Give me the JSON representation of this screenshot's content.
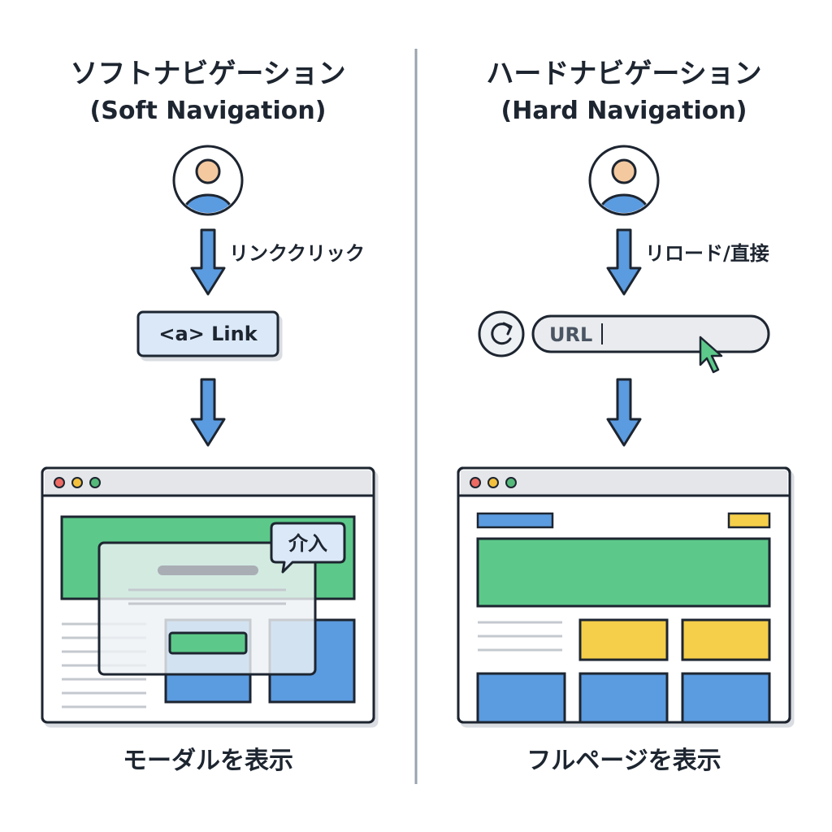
{
  "soft": {
    "title": "ソフトナビゲーション",
    "subtitle": "(Soft Navigation)",
    "action_label": "リンククリック",
    "link_text": "<a> Link",
    "intercept_label": "介入",
    "caption": "モーダルを表示"
  },
  "hard": {
    "title": "ハードナビゲーション",
    "subtitle": "(Hard Navigation)",
    "action_label": "リロード/直接",
    "url_text": "URL",
    "caption": "フルページを表示"
  },
  "colors": {
    "blue": "#5b9be0",
    "blue_light": "#dbe8f7",
    "green": "#5cc98a",
    "yellow": "#f5cf4a",
    "red_dot": "#ee6a63",
    "yellow_dot": "#f3c13d",
    "green_dot": "#55b979",
    "outline": "#1d2530",
    "divider": "#9aa3ad"
  },
  "icons": {
    "user": "user-avatar-icon",
    "arrow": "arrow-down-icon",
    "reload": "reload-icon",
    "cursor": "cursor-pointer-icon"
  }
}
